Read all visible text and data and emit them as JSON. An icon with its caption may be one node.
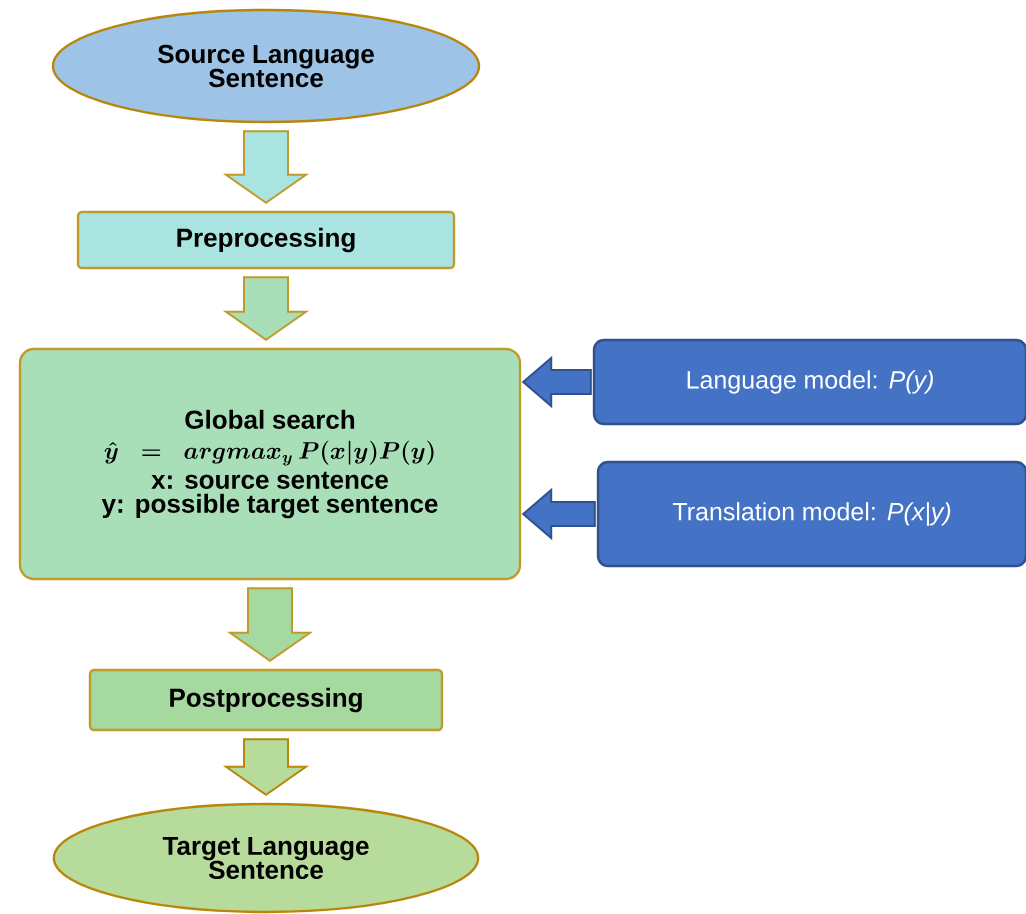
{
  "diagram": {
    "nodes": [
      {
        "text": [
          "Source Language Sentence"
        ]
      },
      {
        "text": [
          "Preprocessing"
        ]
      },
      {
        "text": [
          "Global search",
          "\\hat{y} = argmax_{y}\\, P(x|y)P(y)",
          "x: source sentence",
          "y: possible target sentence"
        ]
      },
      {
        "text": [
          "Postprocessing"
        ]
      },
      {
        "text": [
          "Target Language Sentence"
        ]
      },
      {
        "text": [
          "Language model: *P(y)*"
        ]
      },
      {
        "text": [
          "Translation model: *P(x|y)*"
        ]
      }
    ],
    "edges": [
      {
        "from": 0,
        "to": 1,
        "arrow": "to"
      },
      {
        "from": 1,
        "to": 2,
        "arrow": "to"
      },
      {
        "from": 2,
        "to": 3,
        "arrow": "to"
      },
      {
        "from": 3,
        "to": 4,
        "arrow": "to"
      },
      {
        "from": 5,
        "to": 2,
        "arrow": "to"
      },
      {
        "from": 6,
        "to": 2,
        "arrow": "to"
      }
    ]
  }
}
